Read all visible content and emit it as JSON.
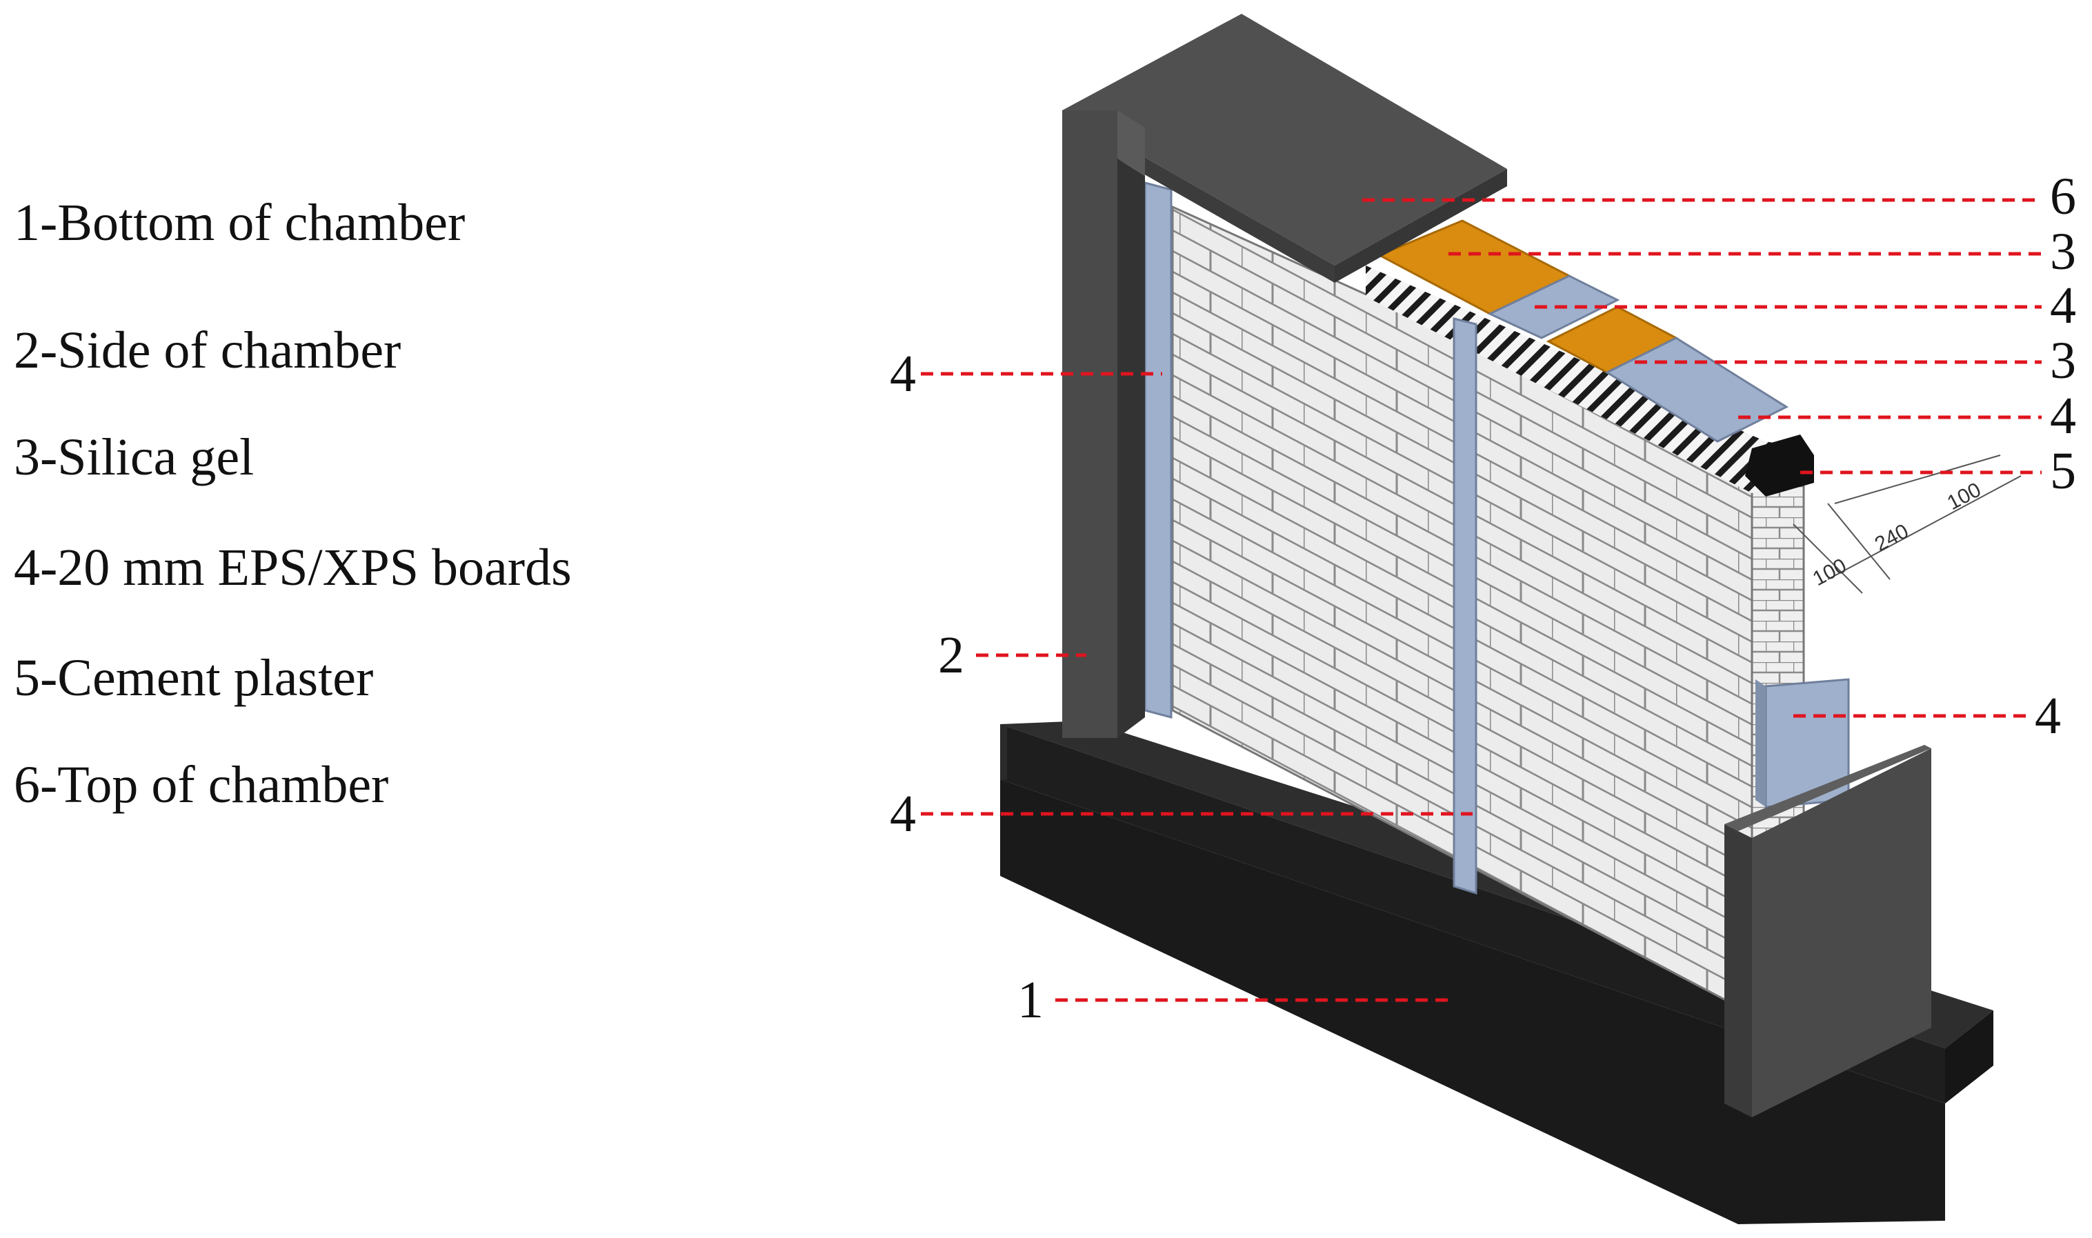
{
  "legend": {
    "items": [
      {
        "num": "1",
        "text": "1-Bottom of chamber"
      },
      {
        "num": "2",
        "text": "2-Side of chamber"
      },
      {
        "num": "3",
        "text": "3-Silica gel"
      },
      {
        "num": "4",
        "text": "4-20 mm EPS/XPS boards"
      },
      {
        "num": "5",
        "text": "5-Cement plaster"
      },
      {
        "num": "6",
        "text": "6-Top of chamber"
      }
    ]
  },
  "callouts": {
    "top_of_chamber": "6",
    "silica_gel_upper": "3",
    "eps_upper": "4",
    "silica_gel_lower": "3",
    "eps_lower": "4",
    "cement_plaster": "5",
    "eps_right": "4",
    "eps_left": "4",
    "side_of_chamber": "2",
    "eps_middle": "4",
    "bottom_of_chamber": "1"
  },
  "dimensions": {
    "outer_a": "100",
    "core": "240",
    "outer_b": "100"
  },
  "colors": {
    "chamber_dark": "#4a4a4a",
    "chamber_darker": "#333333",
    "base_black": "#1e1e1e",
    "eps_board": "#9fb0cc",
    "silica_gel": "#d98c0f",
    "brick_face": "#ececec",
    "brick_line": "#8a8a8a",
    "leader_red": "#e0141e"
  }
}
